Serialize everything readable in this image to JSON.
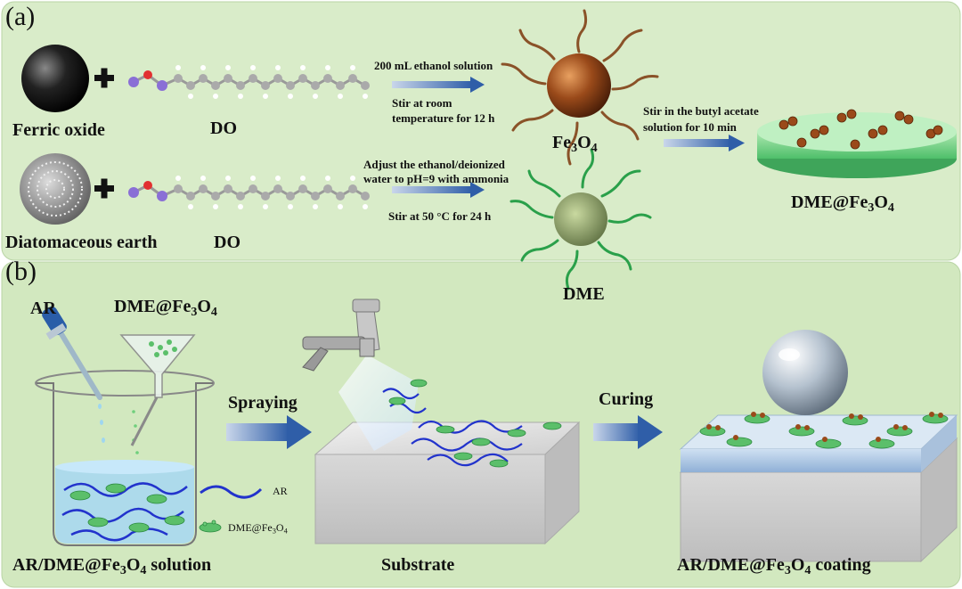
{
  "panel_a": {
    "tag": "(a)",
    "row1": {
      "left_label": "Ferric oxide",
      "molecule_label": "DO",
      "step_top": "200 mL ethanol solution",
      "step_bottom_1": "Stir at room",
      "step_bottom_2": "temperature for 12 h",
      "product_main": "Fe",
      "product_sub": "3",
      "product_tail": "O",
      "product_sub2": "4"
    },
    "row2": {
      "left_label": "Diatomaceous earth",
      "molecule_label": "DO",
      "step_top_1": "Adjust the ethanol/deionized",
      "step_top_2": "water to pH=9 with ammonia",
      "step_bottom": "Stir at 50 °C for 24 h",
      "product": "DME"
    },
    "final_step_1": "Stir in the butyl acetate",
    "final_step_2": "solution for 10 min",
    "final_product_main": "DME@Fe",
    "final_product_sub": "3",
    "final_product_tail": "O",
    "final_product_sub2": "4"
  },
  "panel_b": {
    "tag": "(b)",
    "ar_label": "AR",
    "funnel_label_main": "DME@Fe",
    "funnel_label_sub": "3",
    "funnel_label_tail": "O",
    "funnel_label_sub2": "4",
    "legend_ar": "AR",
    "legend_dme_main": "DME@Fe",
    "legend_dme_sub": "3",
    "legend_dme_tail": "O",
    "legend_dme_sub2": "4",
    "solution_main": "AR/DME@Fe",
    "solution_sub": "3",
    "solution_tail": "O",
    "solution_sub2": "4",
    "solution_end": " solution",
    "spraying": "Spraying",
    "substrate": "Substrate",
    "curing": "Curing",
    "coating_main": "AR/DME@Fe",
    "coating_sub": "3",
    "coating_tail": "O",
    "coating_sub2": "4",
    "coating_end": " coating"
  },
  "colors": {
    "panel_a_bg": "#d9ecc9",
    "panel_b_bg": "#d2e8bf",
    "arrow": "#3a63a8",
    "ar_fiber": "#2233cc",
    "particle_green": "#5bbf6a",
    "particle_brown": "#9a4a1a"
  }
}
